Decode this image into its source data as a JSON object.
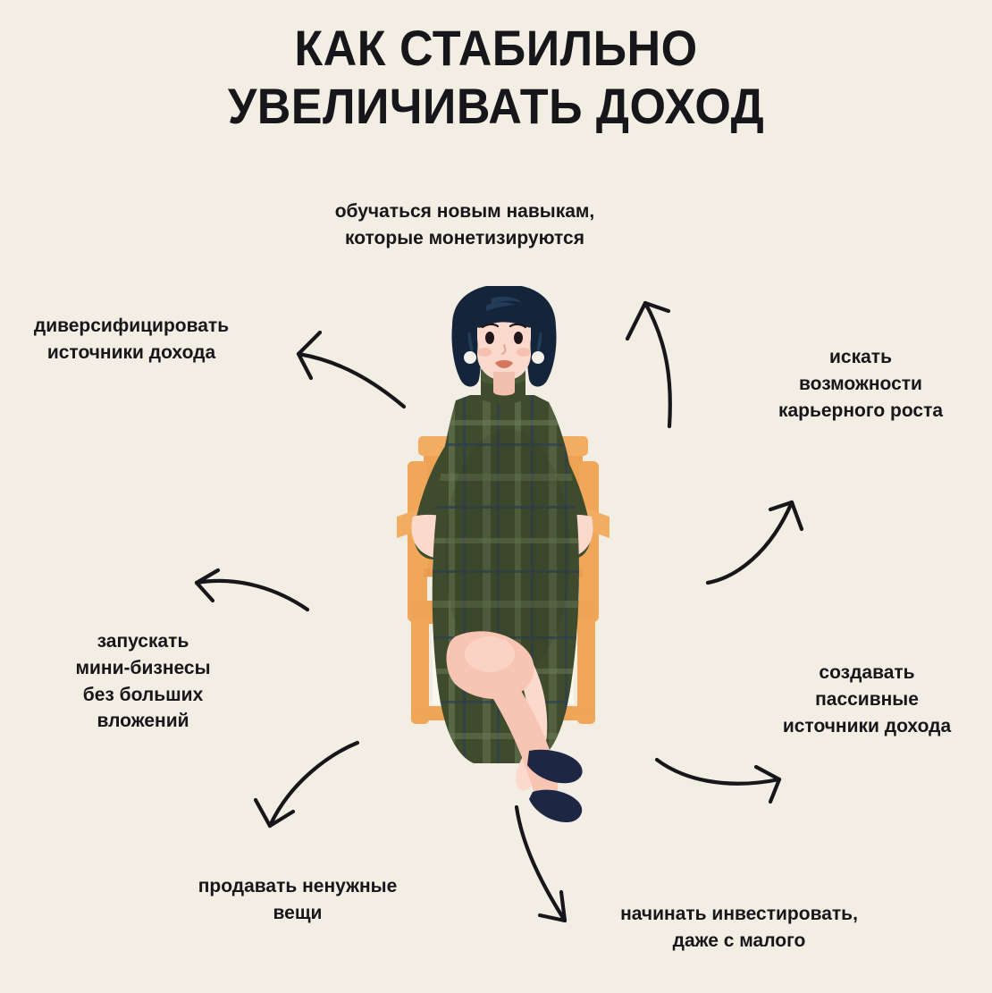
{
  "page": {
    "background_color": "#F2EEE4",
    "text_color": "#17161A",
    "language": "ru"
  },
  "title": {
    "line1": "КАК СТАБИЛЬНО",
    "line2": "УВЕЛИЧИВАТЬ ДОХОД",
    "full": "КАК СТАБИЛЬНО УВЕЛИЧИВАТЬ ДОХОД"
  },
  "labels": {
    "skills": "обучаться новым навыкам,\nкоторые монетизируются",
    "diversify": "диверсифицировать\nисточники дохода",
    "career": "искать\nвозможности\nкарьерного роста",
    "minibiz": "запускать\nмини-бизнесы\nбез больших\nвложений",
    "passive": "создавать\nпассивные\nисточники дохода",
    "sell": "продавать ненужные\nвещи",
    "invest": "начинать инвестировать,\nдаже с малого"
  },
  "arrows": [
    {
      "name": "arrow-to-skills",
      "points_to": "skills",
      "direction": "up"
    },
    {
      "name": "arrow-to-diversify",
      "points_to": "diversify",
      "direction": "left"
    },
    {
      "name": "arrow-to-career",
      "points_to": "career",
      "direction": "up-right"
    },
    {
      "name": "arrow-to-minibiz",
      "points_to": "minibiz",
      "direction": "down-left"
    },
    {
      "name": "arrow-to-passive",
      "points_to": "passive",
      "direction": "right"
    },
    {
      "name": "arrow-to-sell",
      "points_to": "sell",
      "direction": "down"
    },
    {
      "name": "arrow-to-invest",
      "points_to": "invest",
      "direction": "down-right"
    }
  ],
  "illustration": {
    "description": "woman-seated-in-armchair",
    "colors": {
      "hair": "#14243B",
      "hair_highlight": "#27415E",
      "skin": "#F7C5B2",
      "skin_light": "#FBD9CD",
      "skin_shadow": "#E3A894",
      "dress_green": "#3E4B2C",
      "dress_green_dark": "#2B3520",
      "dress_plaid_line": "#6E7F5A",
      "dress_plaid_blue": "#2F3E4F",
      "chair_orange": "#F0A košík",
      "chair": "#F1A75A",
      "chair_shadow": "#D98F45",
      "shoes": "#1D2744",
      "lips": "#D3785E",
      "earring": "#F4F1EA"
    }
  }
}
